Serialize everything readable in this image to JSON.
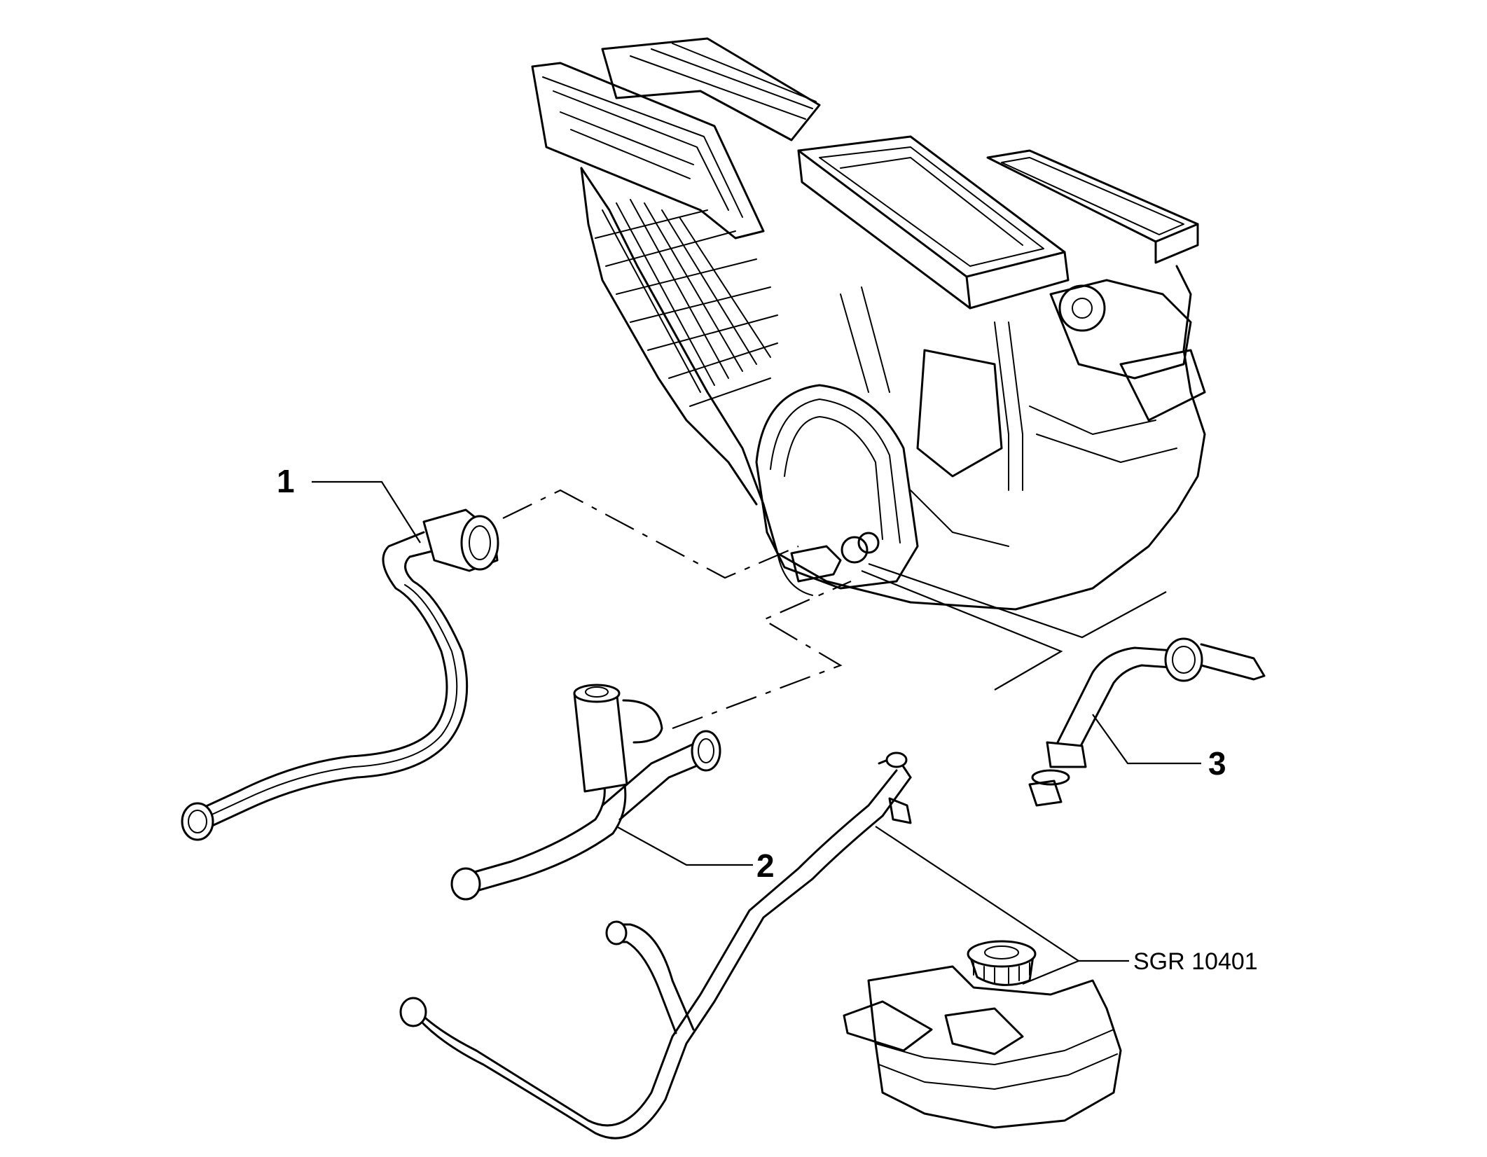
{
  "callouts": {
    "part_1": "1",
    "part_2": "2",
    "part_3": "3",
    "reference": "SGR 10401"
  }
}
